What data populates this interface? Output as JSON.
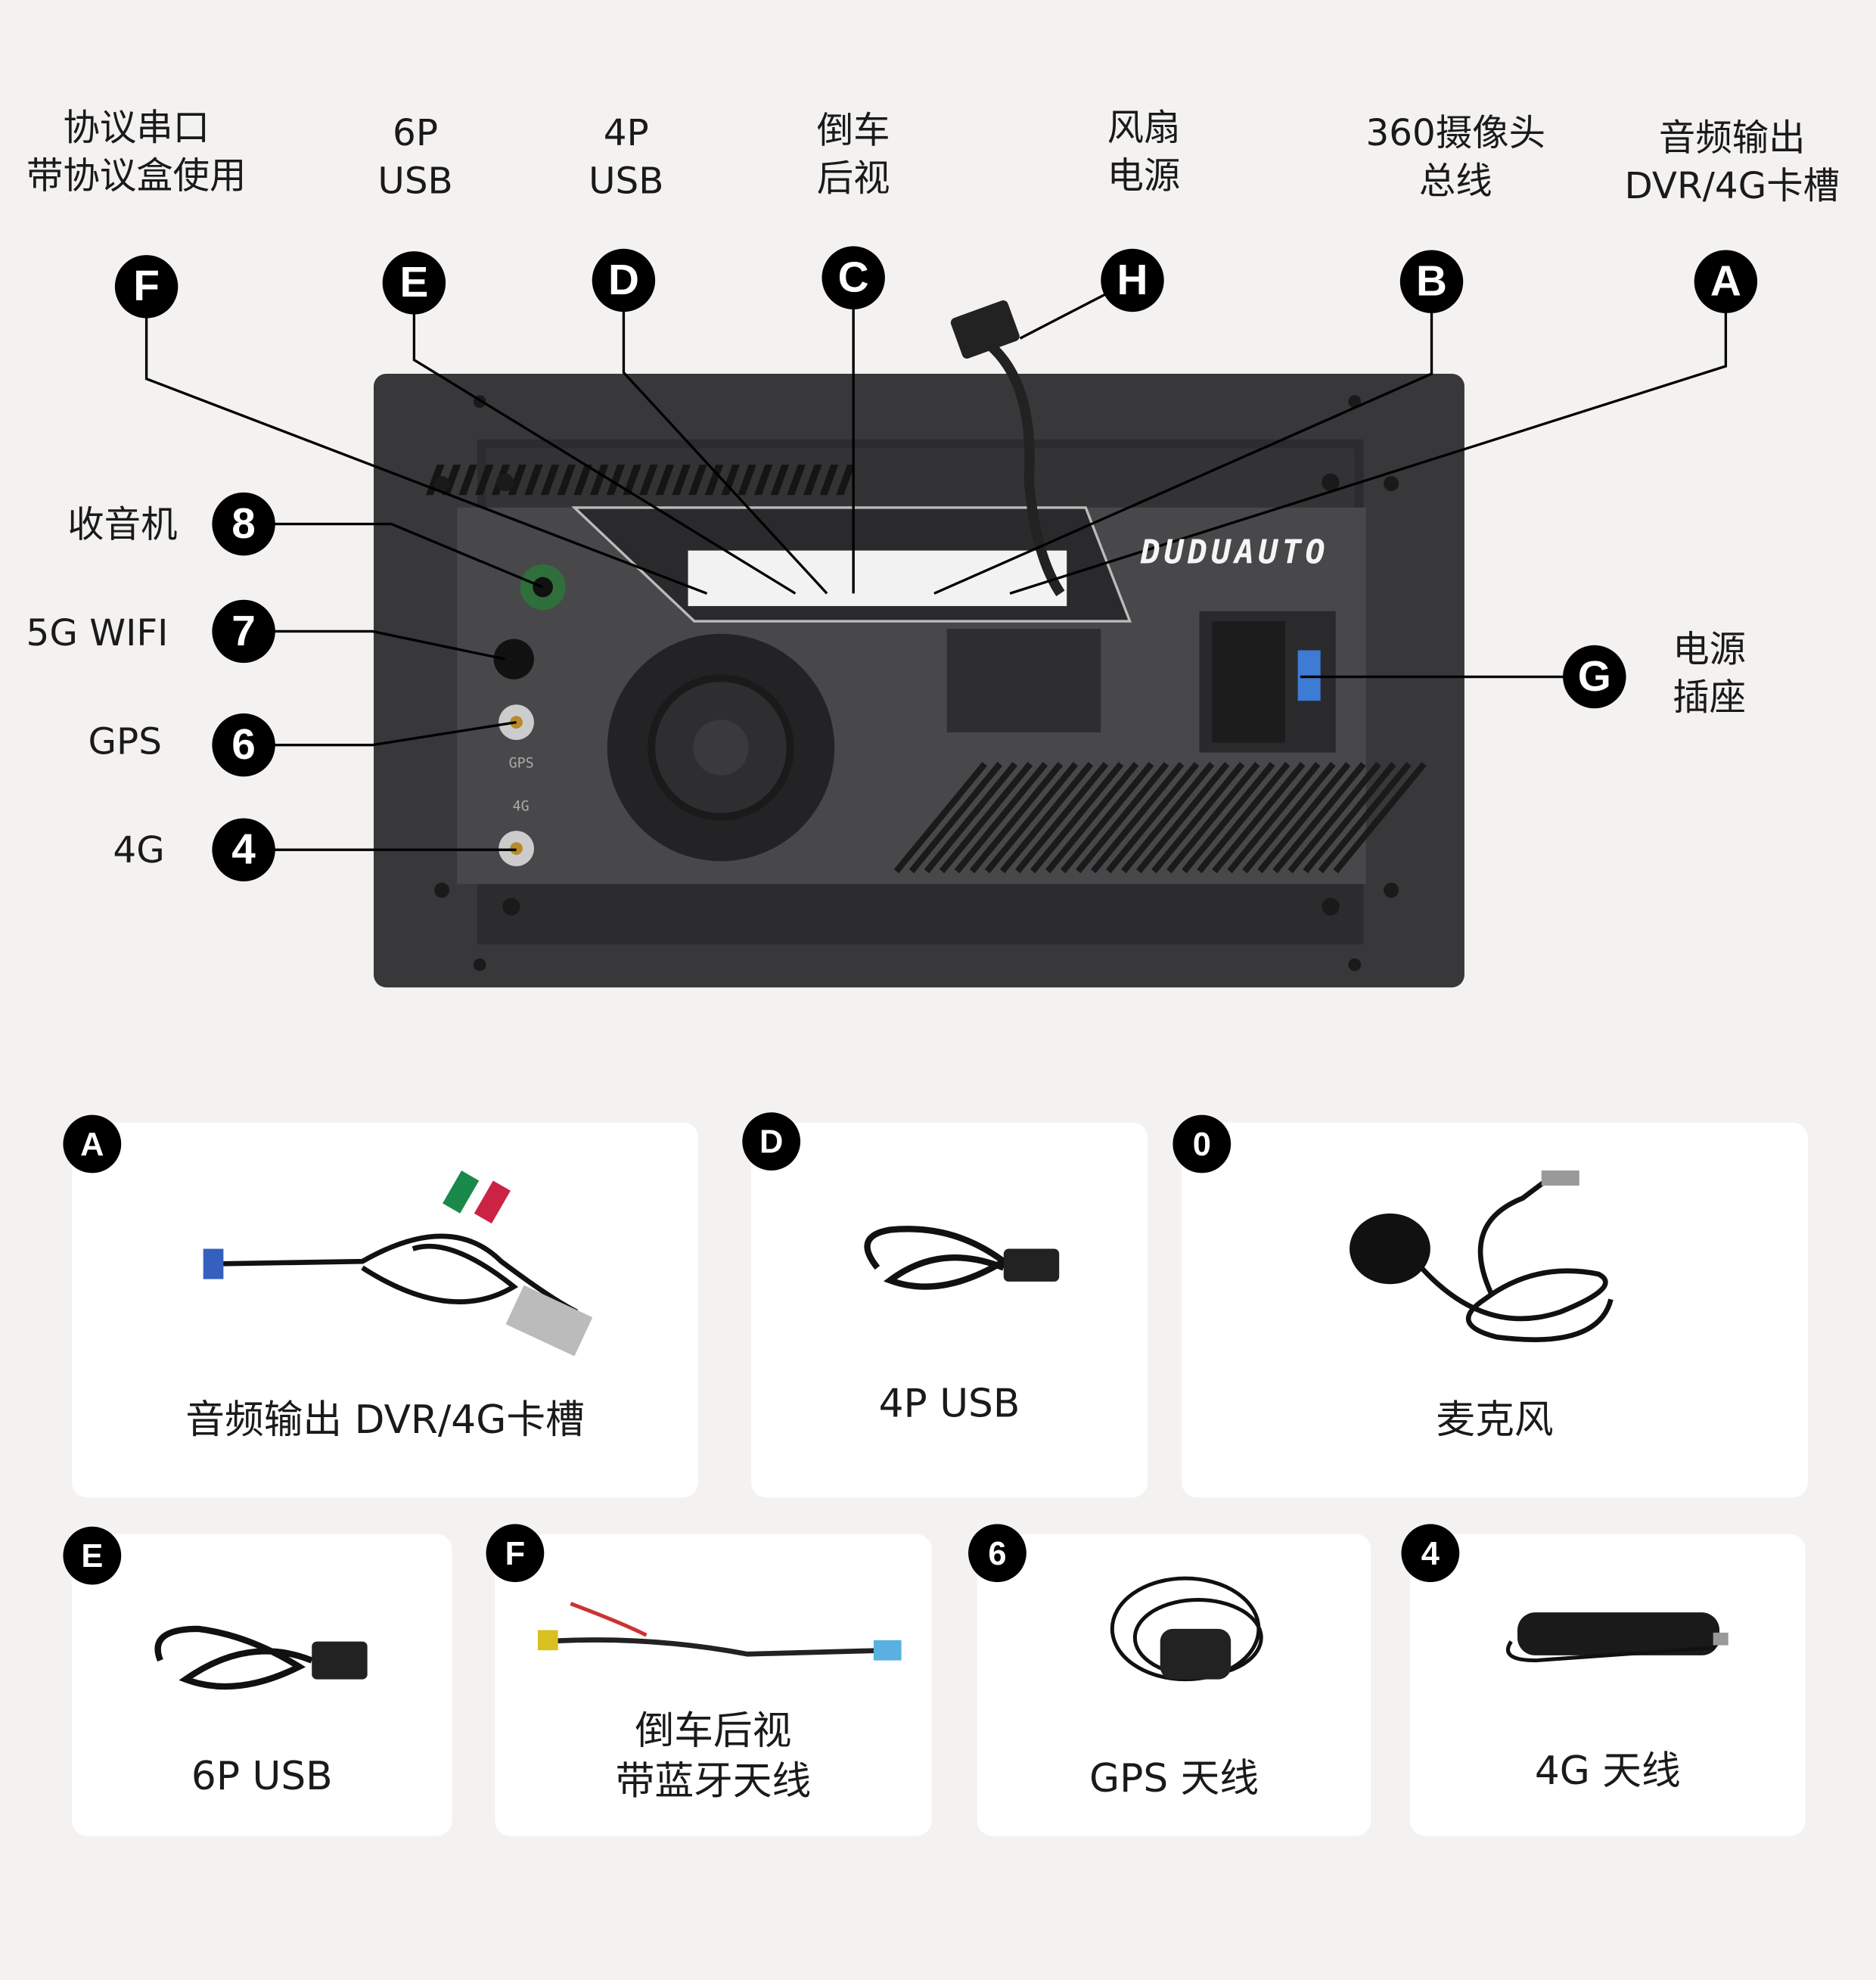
{
  "top_labels": [
    {
      "id": "F",
      "text": [
        "协议串口",
        "带协议盒使用"
      ]
    },
    {
      "id": "E",
      "text": [
        "6P",
        "USB"
      ]
    },
    {
      "id": "D",
      "text": [
        "4P",
        "USB"
      ]
    },
    {
      "id": "C",
      "text": [
        "倒车",
        "后视"
      ]
    },
    {
      "id": "H",
      "text": [
        "风扇",
        "电源"
      ]
    },
    {
      "id": "B",
      "text": [
        "360摄像头",
        "总线"
      ]
    },
    {
      "id": "A",
      "text": [
        "音频输出",
        "DVR/4G卡槽"
      ]
    }
  ],
  "left_labels": [
    {
      "id": "8",
      "text": "收音机"
    },
    {
      "id": "7",
      "text": "5G WIFI"
    },
    {
      "id": "6",
      "text": "GPS"
    },
    {
      "id": "4",
      "text": "4G"
    }
  ],
  "right_label": {
    "id": "G",
    "text": [
      "电源",
      "插座"
    ]
  },
  "device": {
    "brand": "DUDUAUTO",
    "port_gps": "GPS",
    "port_4g": "4G"
  },
  "cards": [
    {
      "id": "A",
      "text": [
        "音频输出 DVR/4G卡槽"
      ]
    },
    {
      "id": "D",
      "text": [
        "4P USB"
      ]
    },
    {
      "id": "0",
      "text": [
        "麦克风"
      ]
    },
    {
      "id": "E",
      "text": [
        "6P USB"
      ]
    },
    {
      "id": "F",
      "text": [
        "倒车后视",
        "带蓝牙天线"
      ]
    },
    {
      "id": "6",
      "text": [
        "GPS 天线"
      ]
    },
    {
      "id": "4",
      "text": [
        "4G 天线"
      ]
    }
  ],
  "colors": {
    "background": "#f3f2f0",
    "device": "#3c3c3e",
    "badge": "#000000"
  }
}
